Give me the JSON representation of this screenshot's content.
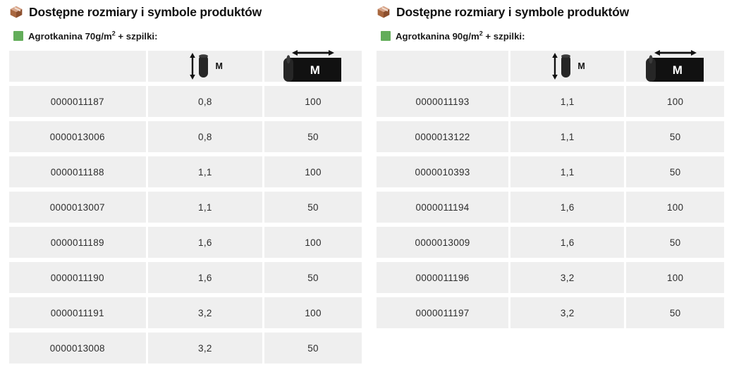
{
  "panels": [
    {
      "id": "agrotkanina-70",
      "box_icon": "package-box-icon",
      "title": "Dostępne rozmiary i symbole produktów",
      "marker_icon": "green-square-icon",
      "marker_color": "#63ad5a",
      "subtitle_prefix": "Agrotkanina 70g/m",
      "subtitle_sup": "2",
      "subtitle_suffix": " + szpilki:",
      "columns": [
        {
          "key": "symbol",
          "label": "",
          "icon": ""
        },
        {
          "key": "width",
          "label": "",
          "icon": "roll-height-meters-icon",
          "unit": "M"
        },
        {
          "key": "length",
          "label": "",
          "icon": "roll-length-meters-icon",
          "unit": "M"
        }
      ],
      "rows": [
        {
          "symbol": "0000011187",
          "width": "0,8",
          "length": "100"
        },
        {
          "symbol": "0000013006",
          "width": "0,8",
          "length": "50"
        },
        {
          "symbol": "0000011188",
          "width": "1,1",
          "length": "100"
        },
        {
          "symbol": "0000013007",
          "width": "1,1",
          "length": "50"
        },
        {
          "symbol": "0000011189",
          "width": "1,6",
          "length": "100"
        },
        {
          "symbol": "0000011190",
          "width": "1,6",
          "length": "50"
        },
        {
          "symbol": "0000011191",
          "width": "3,2",
          "length": "100"
        },
        {
          "symbol": "0000013008",
          "width": "3,2",
          "length": "50"
        }
      ]
    },
    {
      "id": "agrotkanina-90",
      "box_icon": "package-box-icon",
      "title": "Dostępne rozmiary i symbole produktów",
      "marker_icon": "green-square-icon",
      "marker_color": "#63ad5a",
      "subtitle_prefix": "Agrotkanina 90g/m",
      "subtitle_sup": "2",
      "subtitle_suffix": " + szpilki:",
      "columns": [
        {
          "key": "symbol",
          "label": "",
          "icon": ""
        },
        {
          "key": "width",
          "label": "",
          "icon": "roll-height-meters-icon",
          "unit": "M"
        },
        {
          "key": "length",
          "label": "",
          "icon": "roll-length-meters-icon",
          "unit": "M"
        }
      ],
      "rows": [
        {
          "symbol": "0000011193",
          "width": "1,1",
          "length": "100"
        },
        {
          "symbol": "0000013122",
          "width": "1,1",
          "length": "50"
        },
        {
          "symbol": "0000010393",
          "width": "1,1",
          "length": "50"
        },
        {
          "symbol": "0000011194",
          "width": "1,6",
          "length": "100"
        },
        {
          "symbol": "0000013009",
          "width": "1,6",
          "length": "50"
        },
        {
          "symbol": "0000011196",
          "width": "3,2",
          "length": "100"
        },
        {
          "symbol": "0000011197",
          "width": "3,2",
          "length": "50"
        }
      ]
    }
  ],
  "colors": {
    "cell_background": "#efefef",
    "text": "#2d2d2d",
    "heading": "#111111",
    "accent_green": "#63ad5a",
    "icon_black": "#111111"
  }
}
